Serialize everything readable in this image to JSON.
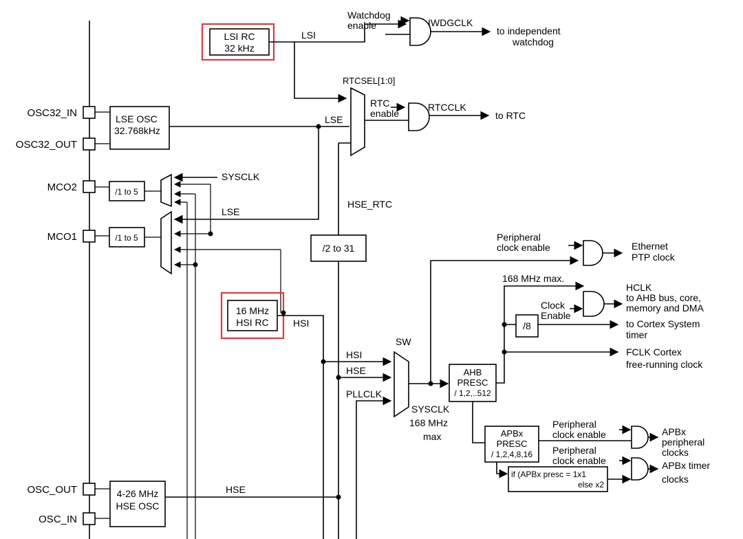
{
  "blocks": {
    "lsi_rc": [
      "LSI RC",
      "32 kHz"
    ],
    "lse_osc": [
      "LSE OSC",
      "32.768kHz"
    ],
    "hsi_rc": [
      "16 MHz",
      "HSI RC"
    ],
    "hse_osc": [
      "4-26 MHz",
      "HSE OSC"
    ],
    "mco2_div": "/1 to 5",
    "mco1_div": "/1 to 5",
    "rtc_div": "/2 to 31",
    "div8": "/8",
    "ahb_presc": [
      "AHB",
      "PRESC",
      "/ 1,2,..512"
    ],
    "apbx_presc": [
      "APBx",
      "PRESC",
      "/ 1,2,4,8,16"
    ],
    "apb_timer_mult": [
      "if (APBx presc = 1x1",
      "else x2"
    ]
  },
  "pins": {
    "osc32_in": "OSC32_IN",
    "osc32_out": "OSC32_OUT",
    "mco2": "MCO2",
    "mco1": "MCO1",
    "osc_out": "OSC_OUT",
    "osc_in": "OSC_IN"
  },
  "signals": {
    "lsi": "LSI",
    "lse_top": "LSE",
    "lse_mco": "LSE",
    "sysclk_mco": "SYSCLK",
    "hse_rtc": "HSE_RTC",
    "hsi": "HSI",
    "hsi_sw": "HSI",
    "hse_sw": "HSE",
    "pllclk": "PLLCLK",
    "hse": "HSE",
    "rtcsel": "RTCSEL[1:0]",
    "sw": "SW",
    "iwdgclk": "IWDGCLK",
    "rtcclk": "RTCCLK",
    "sysclk_out": [
      "SYSCLK",
      "168 MHz",
      "max"
    ],
    "hclk_max": "168 MHz max."
  },
  "gate_labels": {
    "watchdog_enable": [
      "Watchdog",
      "enable"
    ],
    "rtc_enable": [
      "RTC",
      "enable"
    ],
    "peripheral_clock_enable_eth": [
      "Peripheral",
      "clock enable"
    ],
    "clock_enable": [
      "Clock",
      "Enable"
    ],
    "peripheral_clock_enable_apb": [
      "Peripheral",
      "clock enable"
    ],
    "peripheral_clock_enable_tim": [
      "Peripheral",
      "clock enable"
    ]
  },
  "outputs": {
    "to_iwdg": [
      "to independent",
      "watchdog"
    ],
    "to_rtc": "to RTC",
    "ethernet_ptp": [
      "Ethernet",
      "PTP clock"
    ],
    "hclk": [
      "HCLK",
      "to AHB bus, core,",
      "memory and DMA"
    ],
    "cortex_timer": [
      "to Cortex System",
      "timer"
    ],
    "fclk": [
      "FCLK Cortex",
      "free-running clock"
    ],
    "apbx_peripheral": [
      "APBx",
      "peripheral",
      "clocks"
    ],
    "apbx_timer": [
      "APBx timer",
      "clocks"
    ]
  }
}
